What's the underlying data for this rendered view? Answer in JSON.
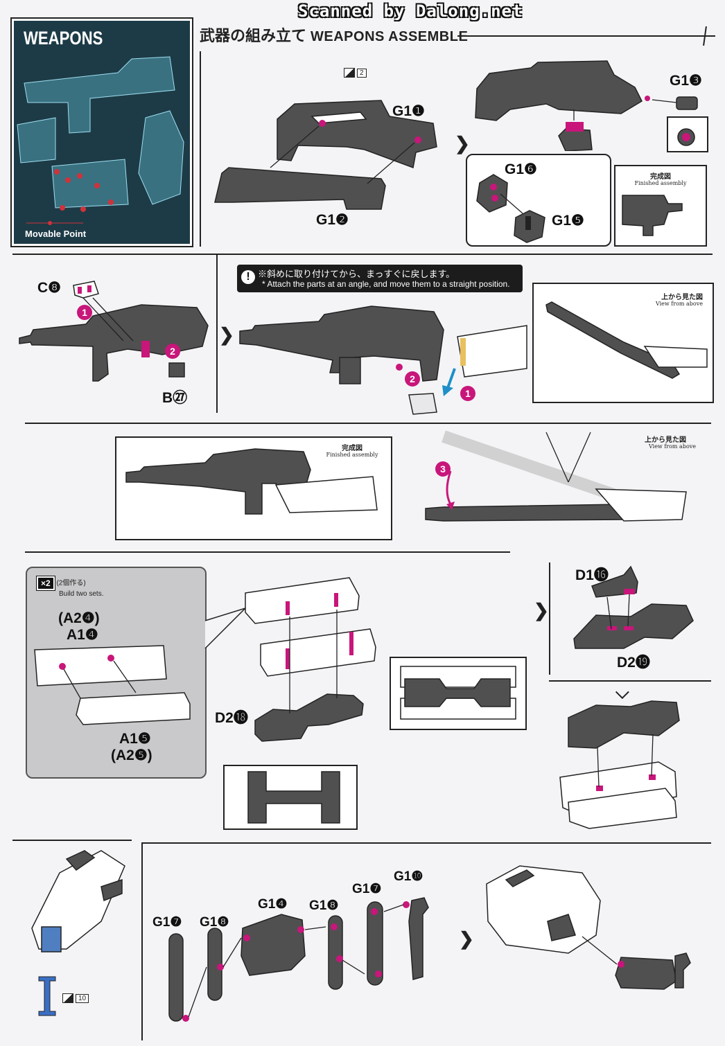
{
  "banner": "Scanned by Dalong.net",
  "weapons_card": {
    "title": "WEAPONS",
    "movable_point": "Movable Point",
    "bg_color": "#1d3b47",
    "accent_color": "#d0323a"
  },
  "header": {
    "title_jp": "武器の組み立て",
    "title_en": "WEAPONS ASSEMBLE"
  },
  "step1": {
    "ref_page": "2",
    "labels": [
      "G1❶",
      "G1❷",
      "G1❸",
      "G1❻",
      "G1❺"
    ],
    "finished_jp": "完成図",
    "finished_en": "Finished assembly"
  },
  "step2": {
    "labels": [
      "C❽",
      "B㉗"
    ],
    "note_jp": "※斜めに取り付けてから、まっすぐに戻します。",
    "note_en": "* Attach the parts at an angle, and move them to a straight position.",
    "view_jp": "上から見た図",
    "view_en": "View from above",
    "steps": [
      "1",
      "2"
    ]
  },
  "step3": {
    "finished_jp": "完成図",
    "finished_en": "Finished assembly",
    "view_jp": "上から見た図",
    "view_en": "View from above",
    "step": "3"
  },
  "step4": {
    "multiplier": "×2",
    "multiplier_jp": "(2個作る)",
    "multiplier_en": "Build two sets.",
    "labels": [
      "(A2❹)",
      "A1❹",
      "A1❺",
      "(A2❺)",
      "D2⓲",
      "D1⓰",
      "D2⓳"
    ]
  },
  "step5": {
    "ref_page": "10",
    "labels": [
      "G1❼",
      "G1❽",
      "G1❹",
      "G1❽",
      "G1❼",
      "G1❿"
    ]
  },
  "colors": {
    "pink": "#c8167a",
    "dark_part": "#505050",
    "arrow_blue": "#1e8fc8"
  }
}
